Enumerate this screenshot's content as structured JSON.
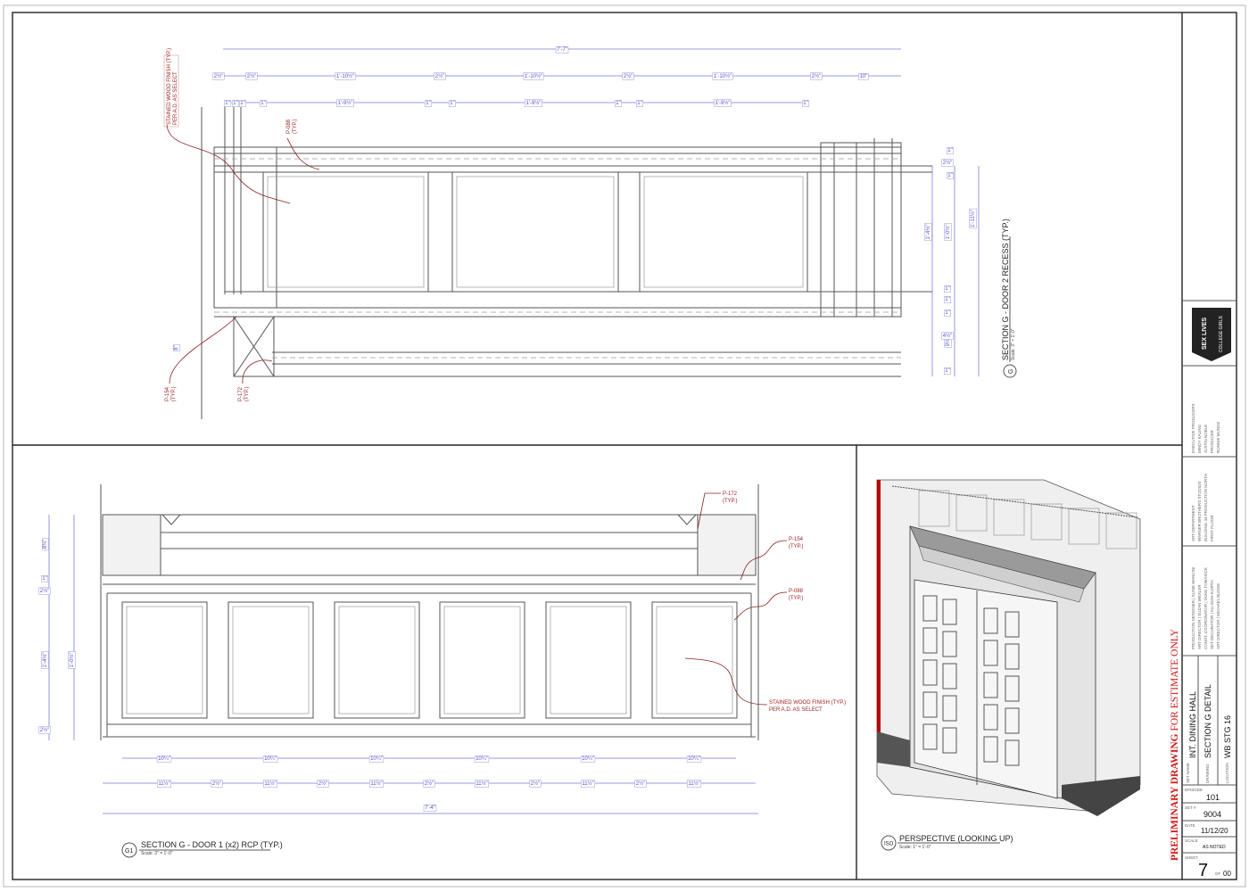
{
  "top_view": {
    "title": "SECTION G - DOOR 2 RECESS (TYP.)",
    "scale": "Scale: 3\" = 1'-0\"",
    "tag": "G",
    "notes": [
      "STAINED WOOD FINISH (TYP.)",
      "PER A.D. AS SELECT",
      "P-088",
      "(TYP.)",
      "P-154",
      "(TYP.)",
      "P-172",
      "(TYP.)"
    ],
    "dims": [
      "7'-7\"",
      "2½\"",
      "2½\"",
      "1'-10½\"",
      "2½\"",
      "1'-10½\"",
      "2½\"",
      "1'-10½\"",
      "2½\"",
      "10\"",
      "1\"",
      "1\"",
      "1\"",
      "1\"",
      "1'-9½\"",
      "1\"",
      "1\"",
      "1'-9½\"",
      "1\"",
      "1\"",
      "1'-9½\"",
      "1\"",
      "1'-11½\"",
      "1'-4½\"",
      "1'-0½\"",
      "2½\"",
      "1\"",
      "1\"",
      "1\"",
      "8\"",
      "9½\"",
      "4½\"",
      "1\"",
      "1\"",
      "1\""
    ]
  },
  "bottom_view": {
    "title": "SECTION G - DOOR 1 (x2) RCP (TYP.)",
    "scale": "Scale: 3\" = 1'-0\"",
    "tag": "G1",
    "notes": [
      "P-172",
      "(TYP.)",
      "P-154",
      "(TYP.)",
      "P-088",
      "(TYP.)",
      "STAINED WOOD FINISH (TYP.)",
      "PER A.D. AS SELECT"
    ],
    "dims": [
      "10¼\"",
      "10¼\"",
      "10¼\"",
      "10¼\"",
      "10¼\"",
      "10¼\"",
      "11½\"",
      "11½\"",
      "11½\"",
      "11½\"",
      "11½\"",
      "11½\"",
      "2½\"",
      "2½\"",
      "2½\"",
      "2½\"",
      "2½\"",
      "7'-4\"",
      "1'-4½\"",
      "1'-0½\"",
      "8¾\"",
      "1\"",
      "2½\"",
      "2½\""
    ]
  },
  "iso_view": {
    "title": "PERSPECTIVE (LOOKING UP)",
    "scale": "Scale: 1\" = 1'-0\"",
    "tag": "ISO"
  },
  "title_block": {
    "logo_text": "SEX LIVES OF COLLEGE GIRLS",
    "producers": [
      "EXECUTIVE PRODUCERS",
      "MINDY KALING",
      "JUSTIN NOBLE",
      "PRODUCER",
      "RONNIE MUNOZ"
    ],
    "art_department": [
      "ART DEPARTMENT",
      "WARNER BROTHERS STUDIOS",
      "BUILDING 44 PRODUCTION NORTH",
      "FIRST FLOOR"
    ],
    "crew": [
      "PRODUCTION DESIGNER  |  SUSIE MANCINI",
      "ART DIRECTOR  |  SUZAN WEXLER",
      "CONST. COORDINATOR  |  DUKE TOMASICK",
      "SET DECORATOR  |  ALLISON KORTH",
      "ART DIRECTOR  |  MICHAEL BUDGE"
    ],
    "set_name_label": "SET NAME",
    "set_name": "INT. DINING HALL",
    "drawing_label": "DRAWING",
    "drawing": "SECTION G DETAIL",
    "location_label": "LOCATION",
    "location": "WB STG 16",
    "episode_label": "EPISODE",
    "episode": "101",
    "set_no_label": "SET #",
    "set_no": "9004",
    "date_label": "DATE",
    "date": "11/12/20",
    "scale_label": "SCALE",
    "scale": "AS NOTED",
    "sheet_label": "SHEET",
    "sheet": "7",
    "of_label": "OF",
    "sheet_total": "00",
    "preliminary_1": "PRELIMINARY DRAWING",
    "preliminary_2": " FOR ESTIMATE ONLY"
  },
  "colors": {
    "note": "#a02020",
    "dimension": "#5050c8",
    "preliminary": "#d01818",
    "accent_edge": "#c00000"
  }
}
